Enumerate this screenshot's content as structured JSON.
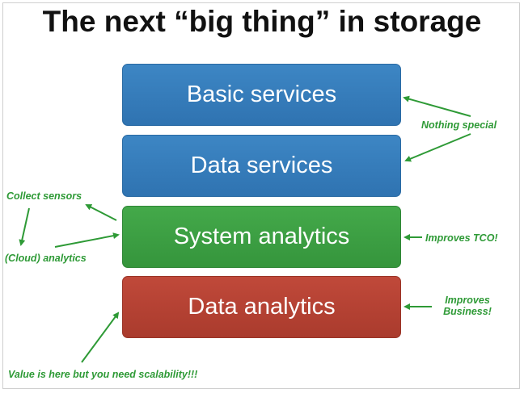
{
  "title": "The next “big thing” in storage",
  "layers": [
    {
      "label": "Basic services",
      "color": "#3a80bf"
    },
    {
      "label": "Data services",
      "color": "#3a80bf"
    },
    {
      "label": "System analytics",
      "color": "#3c9f43"
    },
    {
      "label": "Data analytics",
      "color": "#b64233"
    }
  ],
  "annotations": {
    "nothing_special": "Nothing special",
    "collect_sensors": "Collect sensors",
    "cloud_analytics": "(Cloud) analytics",
    "improves_tco": "Improves TCO!",
    "improves_business_line1": "Improves",
    "improves_business_line2": "Business!",
    "value_scalability": "Value is here but you need scalability!!!"
  },
  "annotation_color": "#2e9a36"
}
